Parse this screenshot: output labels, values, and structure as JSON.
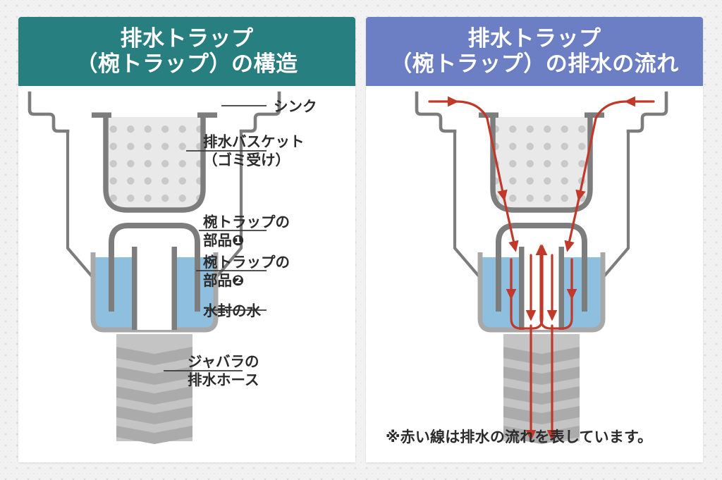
{
  "page": {
    "background_color": "#f2f2f2",
    "card_color": "#ffffff"
  },
  "panels": [
    {
      "id": "structure",
      "header_color": "#287f80",
      "title": "排水トラップ\n（椀トラップ）の構造",
      "labels": [
        {
          "key": "sink",
          "text": "シンク"
        },
        {
          "key": "basket",
          "text": "排水バスケット\n（ゴミ受け）"
        },
        {
          "key": "part1",
          "text": "椀トラップの\n部品❶"
        },
        {
          "key": "part2",
          "text": "椀トラップの\n部品❷"
        },
        {
          "key": "seal",
          "text": "水封の水"
        },
        {
          "key": "hose",
          "text": "ジャバラの\n排水ホース"
        }
      ]
    },
    {
      "id": "flow",
      "header_color": "#6c7fc4",
      "title": "排水トラップ\n（椀トラップ）の排水の流れ",
      "note": "※赤い線は排水の流れを表しています。",
      "arrow_color": "#c0392b"
    }
  ],
  "diagram_colors": {
    "metal_outline": "#7d7d7d",
    "basket_fill": "#e9e9e9",
    "basket_dots": "#c9c9c9",
    "water": "#8fbfdf",
    "hose_light": "#c4c4c4",
    "hose_dark": "#ababab",
    "label_text": "#2b2b2b",
    "leader_line": "#3a3a3a"
  }
}
